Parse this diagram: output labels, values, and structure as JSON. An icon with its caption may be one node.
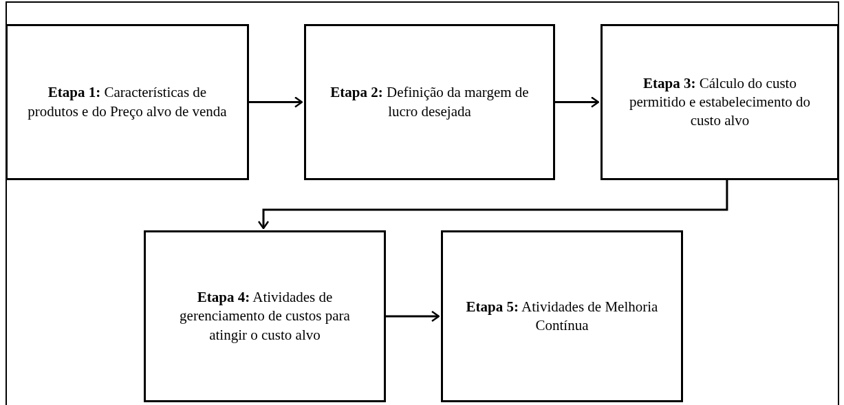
{
  "diagram": {
    "nodes": [
      {
        "text": [
          "**Etapa 1:** Características de produtos e do Preço alvo de venda"
        ]
      },
      {
        "text": [
          "**Etapa 2:** Definição da margem de lucro desejada"
        ]
      },
      {
        "text": [
          "**Etapa 3:** Cálculo do custo permitido e estabelecimento do custo alvo"
        ]
      },
      {
        "text": [
          "**Etapa 4:** Atividades de gerenciamento de custos para atingir o custo alvo"
        ]
      },
      {
        "text": [
          "**Etapa 5:** Atividades de Melhoria Contínua"
        ]
      }
    ],
    "edges": [
      {
        "from": 0,
        "to": 1,
        "arrow": "to"
      },
      {
        "from": 1,
        "to": 2,
        "arrow": "to"
      },
      {
        "from": 2,
        "to": 3,
        "arrow": "to"
      },
      {
        "from": 3,
        "to": 4,
        "arrow": "to"
      }
    ]
  }
}
